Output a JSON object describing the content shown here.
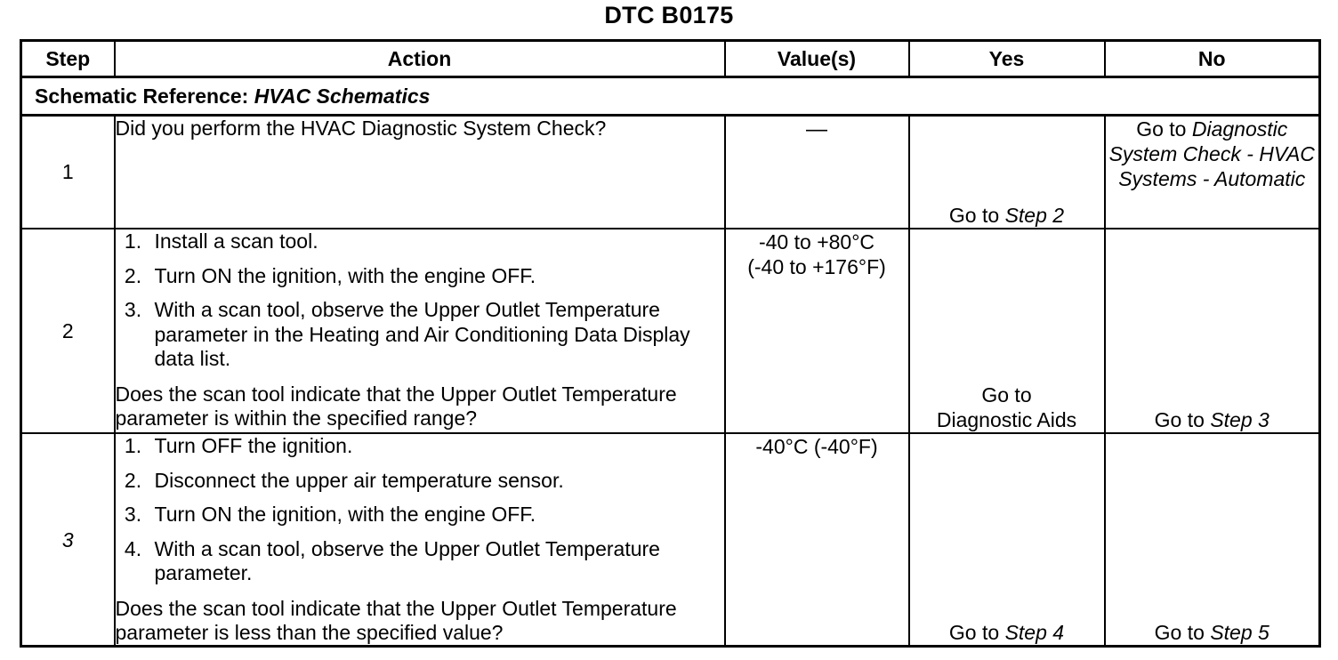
{
  "document": {
    "title": "DTC B0175"
  },
  "table": {
    "headers": {
      "step": "Step",
      "action": "Action",
      "value": "Value(s)",
      "yes": "Yes",
      "no": "No"
    },
    "schematic": {
      "label": "Schematic Reference:",
      "reference": "HVAC Schematics"
    },
    "rows": [
      {
        "step": "1",
        "action_text": "Did you perform the HVAC Diagnostic System Check?",
        "value": "—",
        "yes_prefix": "Go to ",
        "yes_italic": "Step 2",
        "no_prefix": "Go to ",
        "no_italic": "Diagnostic System Check - HVAC Systems - Automatic"
      },
      {
        "step": "2",
        "steps": [
          "Install a scan tool.",
          "Turn ON the ignition, with the engine OFF.",
          "With a scan tool, observe the Upper Outlet Temperature parameter in the Heating and Air Conditioning Data Display data list."
        ],
        "question": "Does the scan tool indicate that the Upper Outlet Temperature parameter is within the specified range?",
        "value_line1": "-40 to +80°C",
        "value_line2": "(-40 to +176°F)",
        "yes_prefix": "Go to ",
        "yes_italic": "",
        "yes_plain": "Diagnostic Aids",
        "no_prefix": "Go to ",
        "no_italic": "Step 3"
      },
      {
        "step": "3",
        "steps": [
          "Turn OFF the ignition.",
          "Disconnect the upper air temperature sensor.",
          "Turn ON the ignition, with the engine OFF.",
          "With a scan tool, observe the Upper Outlet Temperature parameter."
        ],
        "question": "Does the scan tool indicate that the Upper Outlet Temperature parameter is less than the specified value?",
        "value": "-40°C (-40°F)",
        "yes_prefix": "Go to ",
        "yes_italic": "Step 4",
        "no_prefix": "Go to ",
        "no_italic": "Step 5"
      }
    ]
  }
}
